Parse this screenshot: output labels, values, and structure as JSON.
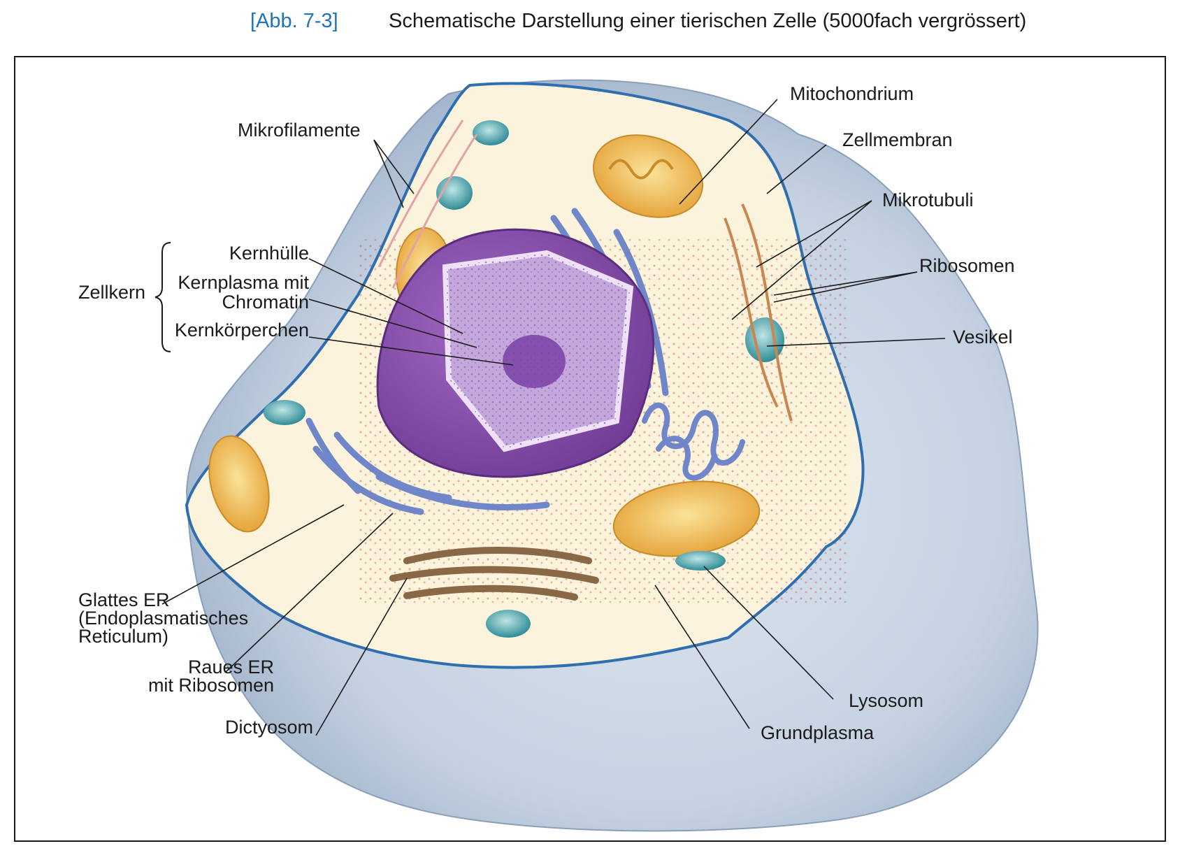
{
  "caption": {
    "figure_number": "[Abb. 7-3]",
    "title": "Schematische Darstellung einer tierischen Zelle (5000fach vergrössert)",
    "accent_color": "#1f74b8"
  },
  "colors": {
    "membrane": "#2f6fb0",
    "cytoplasm_bg": "#fbf3dc",
    "outer_cell": "#c9d5e3",
    "nucleus": "#8a4fae",
    "nucleoplasm": "#b393d1",
    "er": "#6f86c9",
    "mitochondrion": "#f0b84a",
    "vesicle": "#3f9ea6",
    "golgi": "#8a6845",
    "ribosome": "#c0392b"
  },
  "labels": {
    "mikrofilamente": "Mikrofilamente",
    "zellkern": "Zellkern",
    "kernhuelle": "Kernhülle",
    "kernplasma_l1": "Kernplasma mit",
    "kernplasma_l2": "Chromatin",
    "kernkoerperchen": "Kernkörperchen",
    "glattes_er_l1": "Glattes ER",
    "glattes_er_l2": "(Endoplasmatisches",
    "glattes_er_l3": "Reticulum)",
    "raues_er_l1": "Raues ER",
    "raues_er_l2": "mit Ribosomen",
    "dictyosom": "Dictyosom",
    "mitochondrium": "Mitochondrium",
    "zellmembran": "Zellmembran",
    "mikrotubuli": "Mikrotubuli",
    "ribosomen": "Ribosomen",
    "vesikel": "Vesikel",
    "lysosom": "Lysosom",
    "grundplasma": "Grundplasma"
  }
}
